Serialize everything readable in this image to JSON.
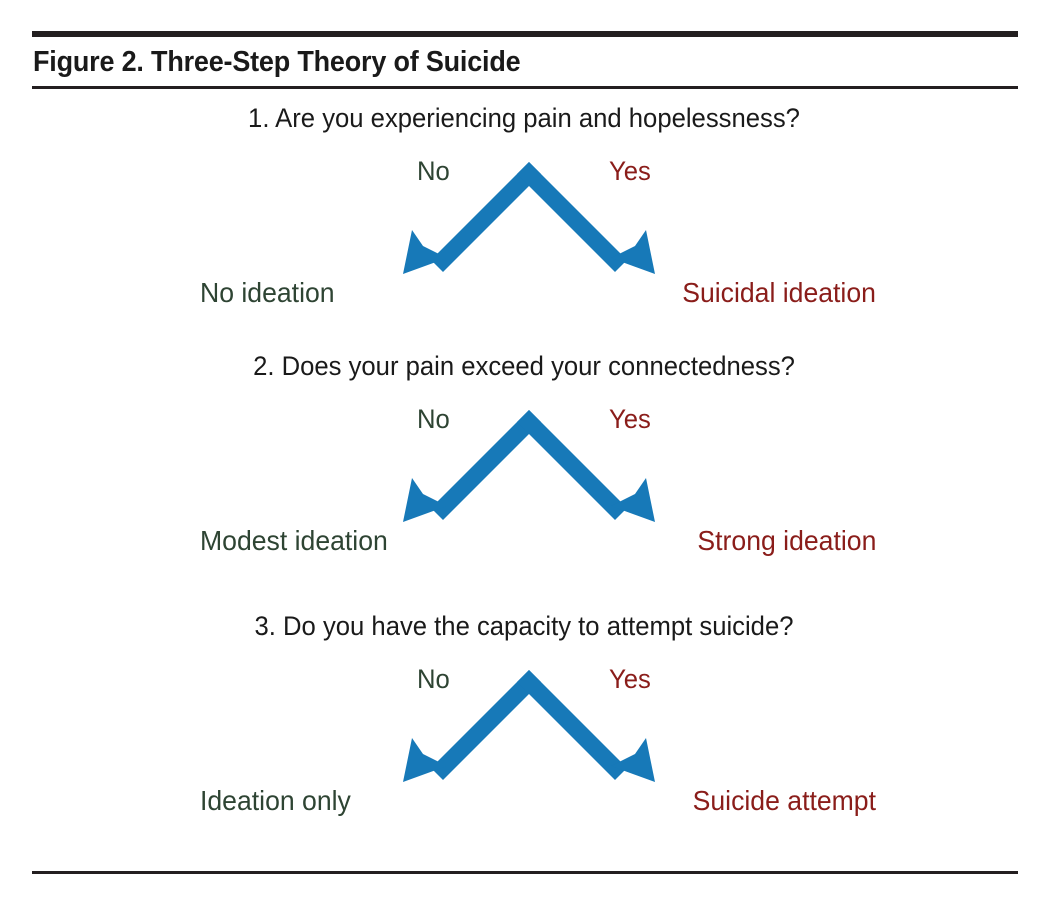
{
  "figure": {
    "title": "Figure 2. Three-Step Theory of Suicide",
    "accent_blue": "#1779b8",
    "no_color": "#2e4433",
    "yes_color": "#8a1d1a",
    "rule_color": "#231f20"
  },
  "steps": [
    {
      "question": "1. Are you experiencing pain and hopelessness?",
      "no_label": "No",
      "yes_label": "Yes",
      "no_outcome": "No ideation",
      "yes_outcome": "Suicidal ideation"
    },
    {
      "question": "2. Does your pain exceed your connectedness?",
      "no_label": "No",
      "yes_label": "Yes",
      "no_outcome": "Modest ideation",
      "yes_outcome": "Strong ideation"
    },
    {
      "question": "3. Do you have the capacity to attempt suicide?",
      "no_label": "No",
      "yes_label": "Yes",
      "no_outcome": "Ideation only",
      "yes_outcome": "Suicide attempt"
    }
  ]
}
